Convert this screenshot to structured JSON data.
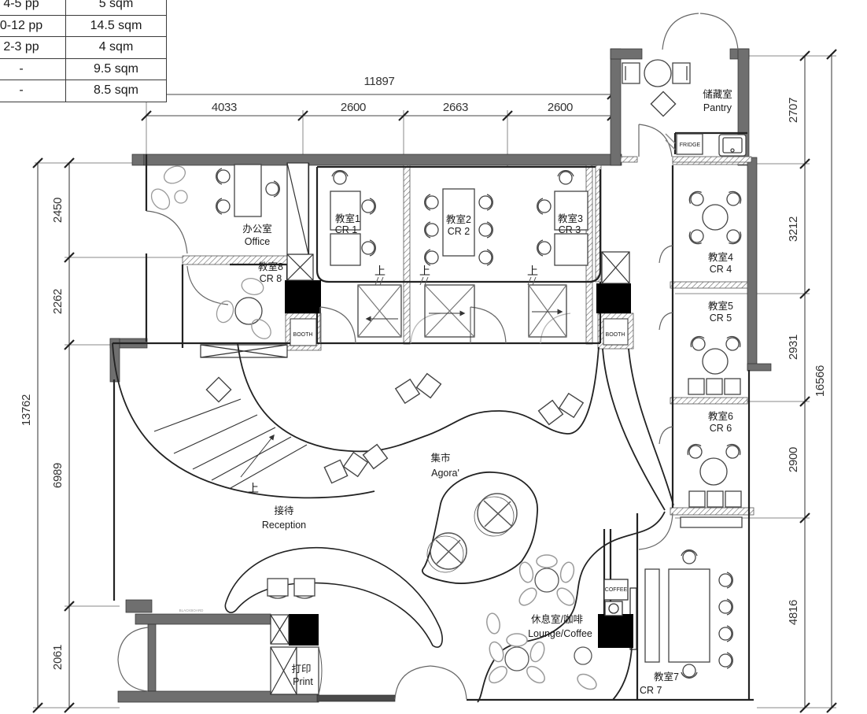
{
  "legend_table": {
    "rows": [
      {
        "people": "4-5 pp",
        "area": "5 sqm"
      },
      {
        "people": "0-12 pp",
        "area": "14.5 sqm"
      },
      {
        "people": "2-3 pp",
        "area": "4 sqm"
      },
      {
        "people": "-",
        "area": "9.5 sqm"
      },
      {
        "people": "-",
        "area": "8.5 sqm"
      }
    ]
  },
  "dimensions": {
    "top_total": "11897",
    "top_segments": [
      "4033",
      "2600",
      "2663",
      "2600"
    ],
    "left_total": "13762",
    "left_segments": [
      "2450",
      "2262",
      "6989",
      "2061"
    ],
    "right_total": "16566",
    "right_segments": [
      "2707",
      "3212",
      "2931",
      "2900",
      "4816"
    ]
  },
  "rooms": {
    "office": {
      "zh": "办公室",
      "en": "Office"
    },
    "cr1": {
      "zh": "教室1",
      "en": "CR 1"
    },
    "cr2": {
      "zh": "教室2",
      "en": "CR 2"
    },
    "cr3": {
      "zh": "教室3",
      "en": "CR 3"
    },
    "cr4": {
      "zh": "教室4",
      "en": "CR 4"
    },
    "cr5": {
      "zh": "教室5",
      "en": "CR 5"
    },
    "cr6": {
      "zh": "教室6",
      "en": "CR 6"
    },
    "cr7": {
      "zh": "教室7",
      "en": "CR 7"
    },
    "cr8": {
      "zh": "教室8",
      "en": "CR 8"
    },
    "pantry": {
      "zh": "储藏室",
      "en": "Pantry"
    },
    "agora": {
      "zh": "集市",
      "en": "Agora'"
    },
    "reception": {
      "zh": "接待",
      "en": "Reception"
    },
    "lounge": {
      "zh": "休息室/咖啡",
      "en": "Lounge/Coffee"
    },
    "print": {
      "zh": "打印",
      "en": "Print"
    }
  },
  "fixtures": {
    "booth": "BOOTH",
    "fridge": "FRIDGE",
    "coffee": "COFFEE",
    "blackboard": "BLACKBOARD",
    "up": "上"
  },
  "colors": {
    "wall_gray": "#6f6f6f",
    "line_dark": "#222222",
    "column_black": "#000000"
  }
}
